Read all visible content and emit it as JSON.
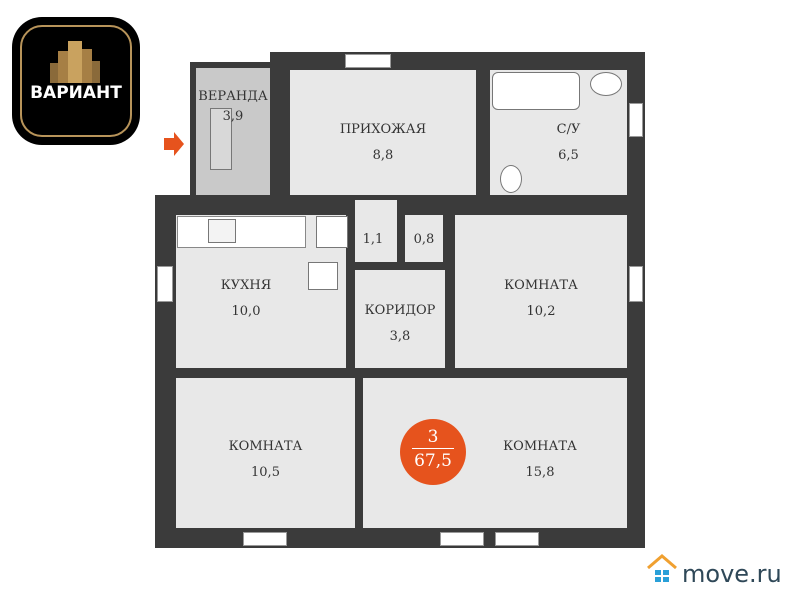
{
  "logo": {
    "text": "ВАРИАНТ",
    "accent": "#b8945a"
  },
  "rooms": [
    {
      "name": "ВЕРАНДА",
      "area": "3,9"
    },
    {
      "name": "ПРИХОЖАЯ",
      "area": "8,8"
    },
    {
      "name": "С/У",
      "area": "6,5"
    },
    {
      "name": "КУХНЯ",
      "area": "10,0"
    },
    {
      "name": "",
      "area": "1,1"
    },
    {
      "name": "",
      "area": "0,8"
    },
    {
      "name": "КОРИДОР",
      "area": "3,8"
    },
    {
      "name": "КОМНАТА",
      "area": "10,2"
    },
    {
      "name": "КОМНАТА",
      "area": "10,5"
    },
    {
      "name": "КОМНАТА",
      "area": "15,8"
    }
  ],
  "summary": {
    "rooms_count": "3",
    "total_area": "67,5",
    "color": "#e6531d"
  },
  "watermark": {
    "text": "move.ru"
  },
  "colors": {
    "wall": "#3b3b3b",
    "floor": "#e8e8e8",
    "veranda": "#c9c9c9",
    "entry_arrow": "#e6531d"
  }
}
